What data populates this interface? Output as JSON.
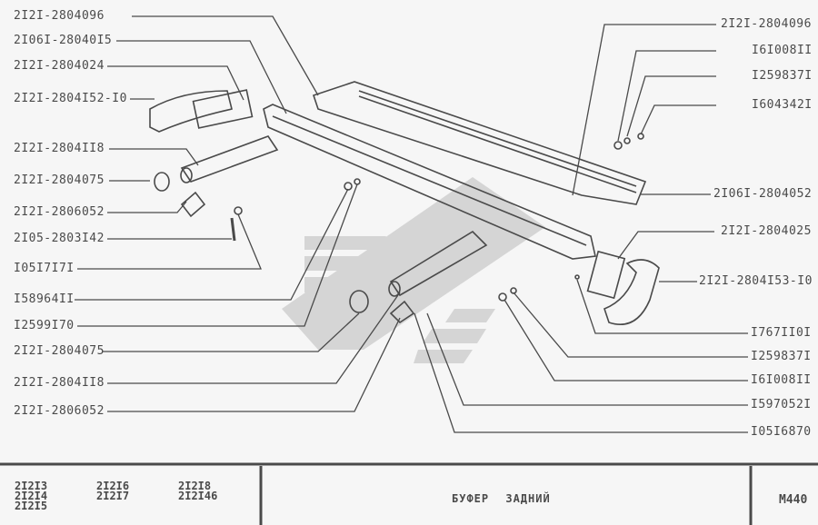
{
  "left_callouts": [
    "2I2I-2804096",
    "2I06I-28040I5",
    "2I2I-2804024",
    "2I2I-2804I52-I0",
    "2I2I-2804II8",
    "2I2I-2804075",
    "2I2I-2806052",
    "2I05-2803I42",
    "I05I7I7I",
    "I58964II",
    "I2599I70",
    "2I2I-2804075",
    "2I2I-2804II8",
    "2I2I-2806052"
  ],
  "right_callouts": [
    "2I2I-2804096",
    "I6I008II",
    "I259837I",
    "I604342I",
    "2I06I-2804052",
    "2I2I-2804025",
    "2I2I-2804I53-I0",
    "I767II0I",
    "I259837I",
    "I6I008II",
    "I597052I",
    "I05I6870"
  ],
  "footer": {
    "models": [
      [
        "2I2I3",
        "2I2I4",
        "2I2I5"
      ],
      [
        "2I2I6",
        "2I2I7"
      ],
      [
        "2I2I8",
        "2I2I46"
      ]
    ],
    "title": "БУФЕР ЗАДНИЙ",
    "page": "M440"
  },
  "colors": {
    "ink": "#4a4a4a",
    "background": "#f6f6f6",
    "watermark": "#c8c8c8"
  }
}
